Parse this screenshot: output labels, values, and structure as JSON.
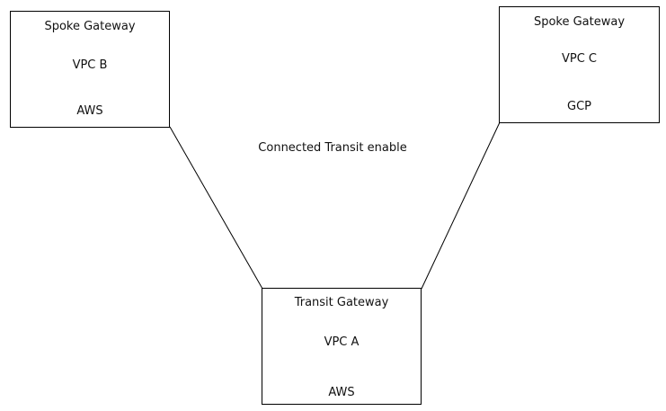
{
  "diagram": {
    "center_label": "Connected Transit enable",
    "nodes": {
      "vpc_b": {
        "role": "Spoke Gateway",
        "vpc": "VPC B",
        "cloud": "AWS"
      },
      "vpc_c": {
        "role": "Spoke Gateway",
        "vpc": "VPC C",
        "cloud": "GCP"
      },
      "vpc_a": {
        "role": "Transit Gateway",
        "vpc": "VPC A",
        "cloud": "AWS"
      }
    },
    "edges": [
      {
        "from": "vpc_b",
        "to": "vpc_a"
      },
      {
        "from": "vpc_c",
        "to": "vpc_a"
      }
    ]
  }
}
